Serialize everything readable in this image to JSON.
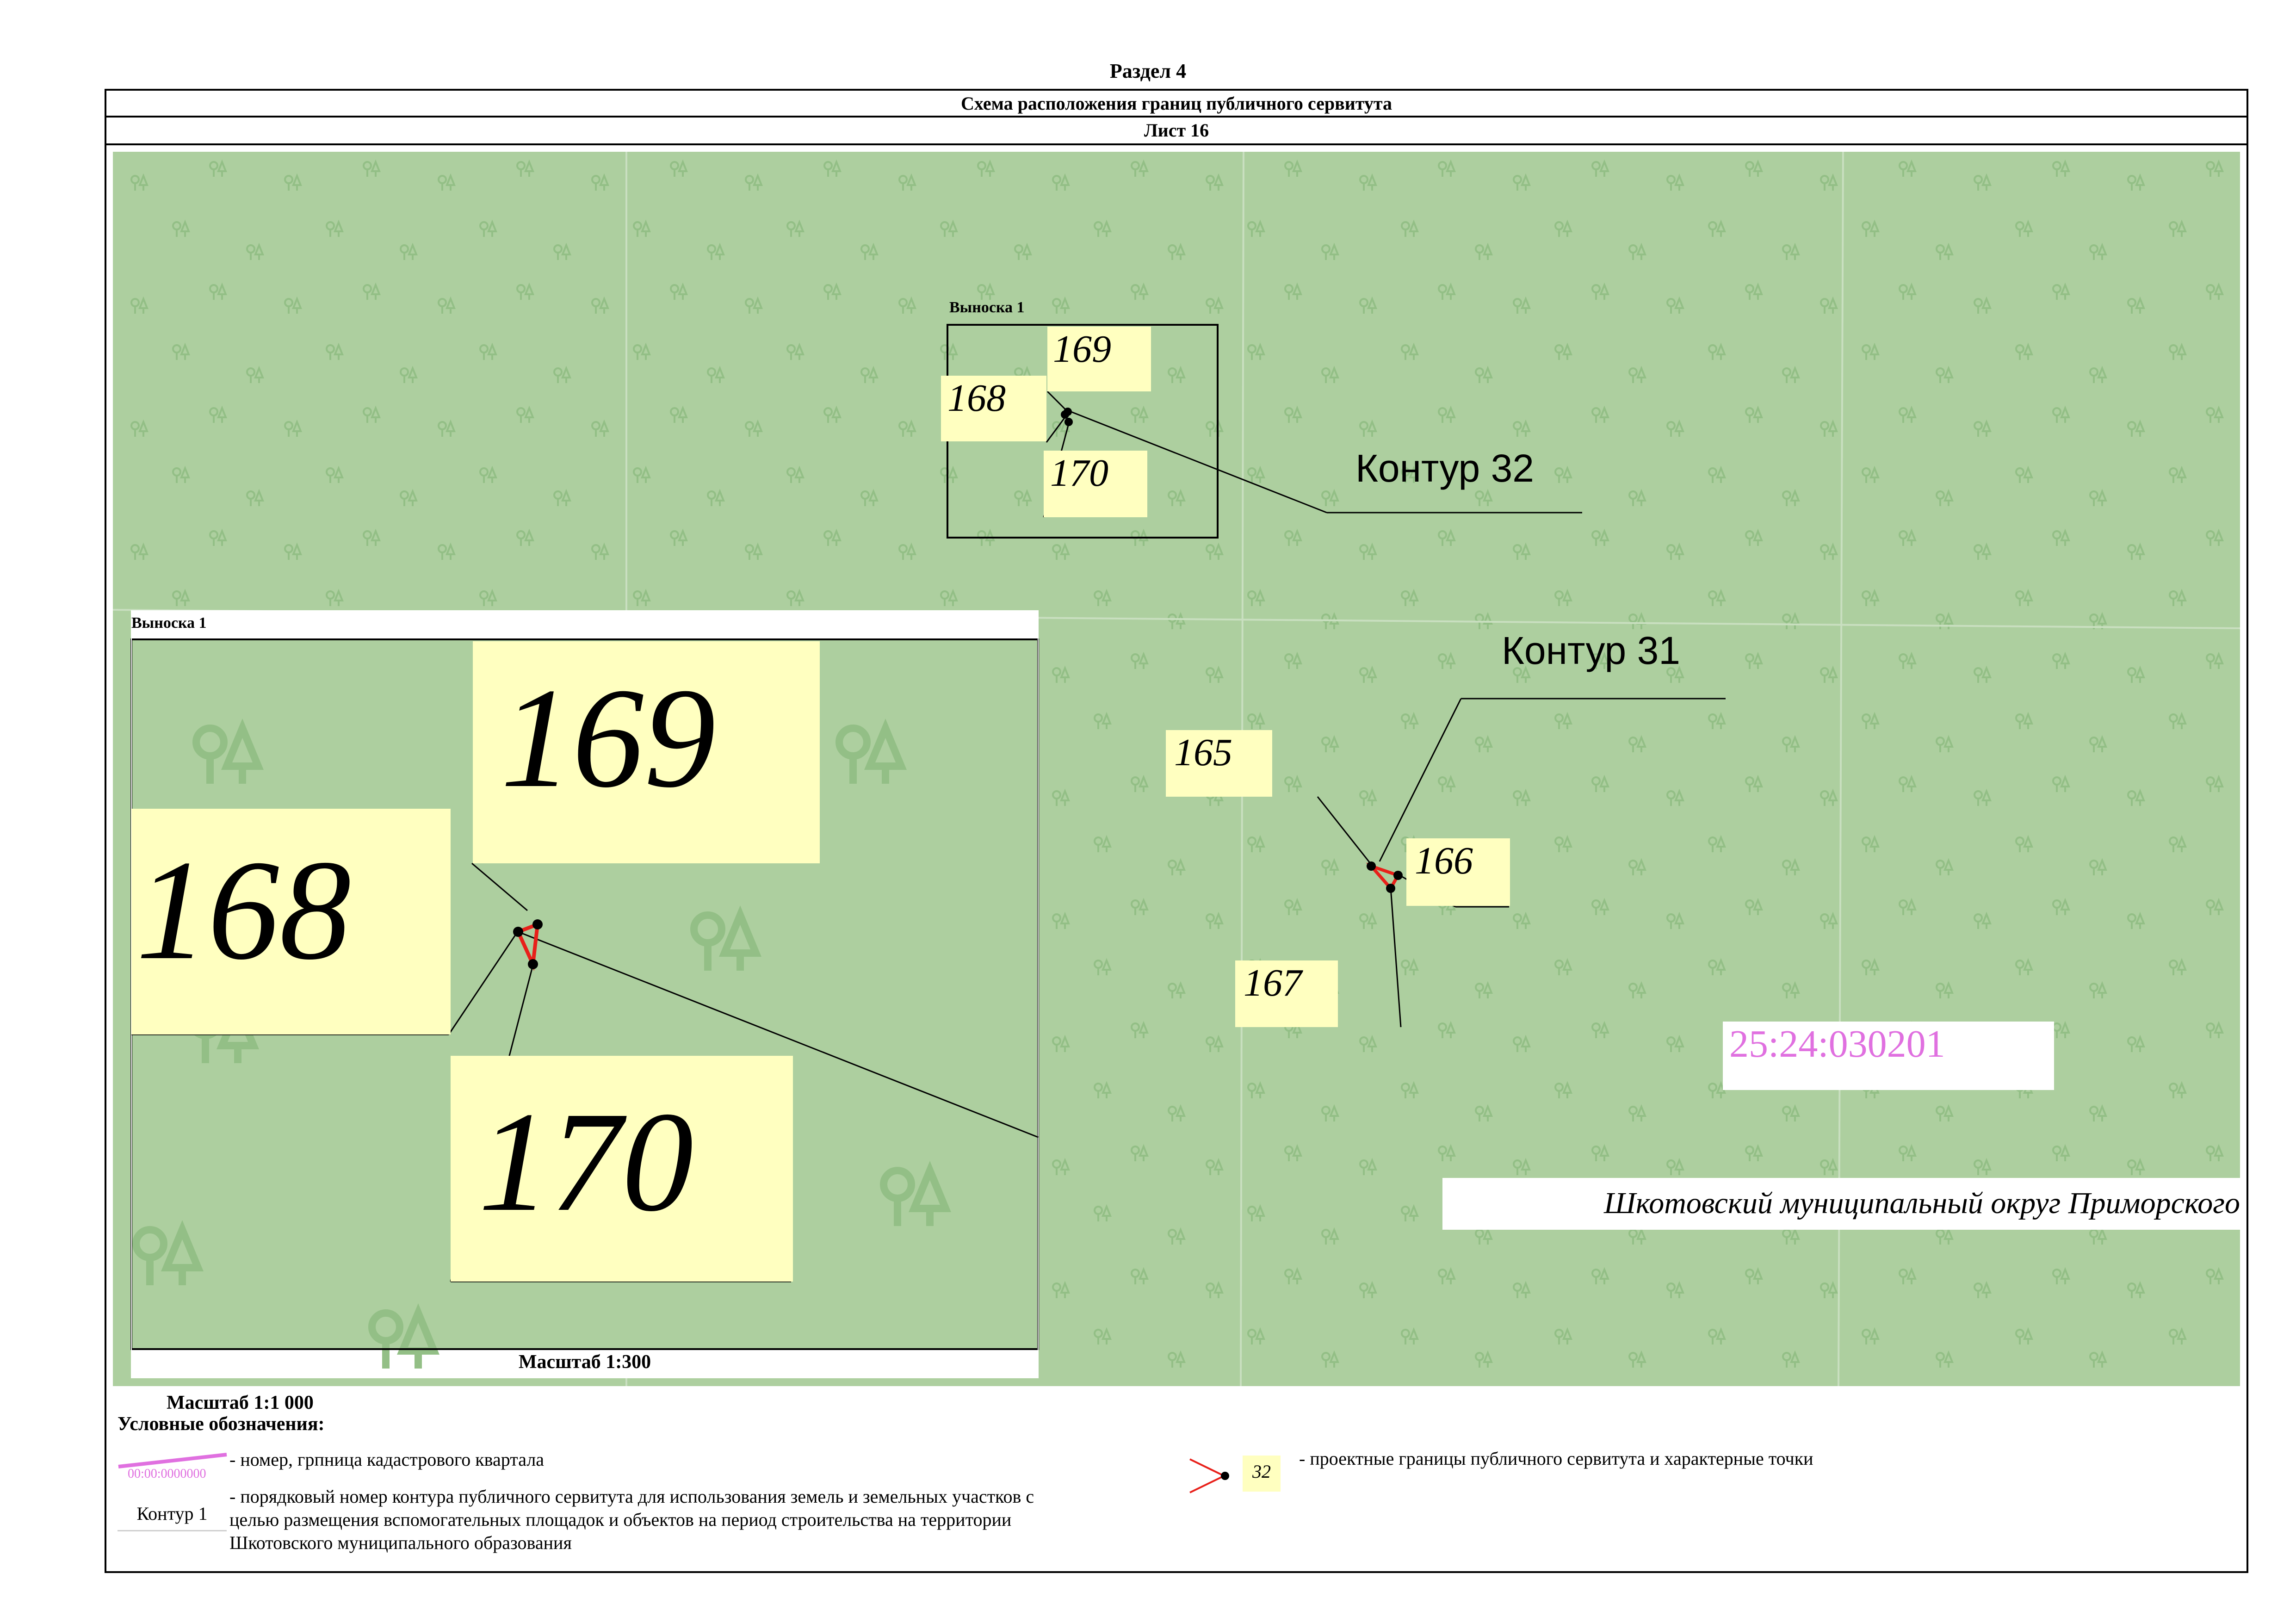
{
  "header": {
    "section": "Раздел 4",
    "title": "Схема расположения границ публичного сервитута",
    "sheet": "Лист 16"
  },
  "map": {
    "background_color": "#adcf9f",
    "tree_symbol_color": "#93bf86",
    "label_fill_color": "#ffffc0",
    "boundary_color": "#e8201a",
    "quarter_label_color": "#e070e0",
    "contours": [
      {
        "name": "Контур 32",
        "point_ids": [
          "168",
          "169",
          "170"
        ]
      },
      {
        "name": "Контур 31",
        "point_ids": [
          "165",
          "166",
          "167"
        ]
      }
    ],
    "points": {
      "165": "165",
      "166": "166",
      "167": "167",
      "168": "168",
      "169": "169",
      "170": "170"
    },
    "callout_small_title": "Выноска 1",
    "callout_large_title": "Выноска 1",
    "callout_large_scale": "Масштаб 1:300",
    "cadastral_quarter": "25:24:030201",
    "district_label": "Шкотовский муниципальный округ Приморского"
  },
  "legend": {
    "main_scale": "Масштаб 1:1 000",
    "title": "Условные обозначения:",
    "item_quarter_sample": "00:00:0000000",
    "item_quarter_text": "- номер, грпница кадастрового квартала",
    "item_contour_sample": "Контур 1",
    "item_contour_text_line1": "- порядковый номер контура публичного сервитута для использования земель и земельных участков с",
    "item_contour_text_line2": "целью размещения вспомогательных площадок и объектов на период строительства на территории",
    "item_contour_text_line3": "Шкотовского муниципального образования",
    "item_boundary_sample": "32",
    "item_boundary_text": "- проектные границы публичного сервитута и характерные точки"
  }
}
